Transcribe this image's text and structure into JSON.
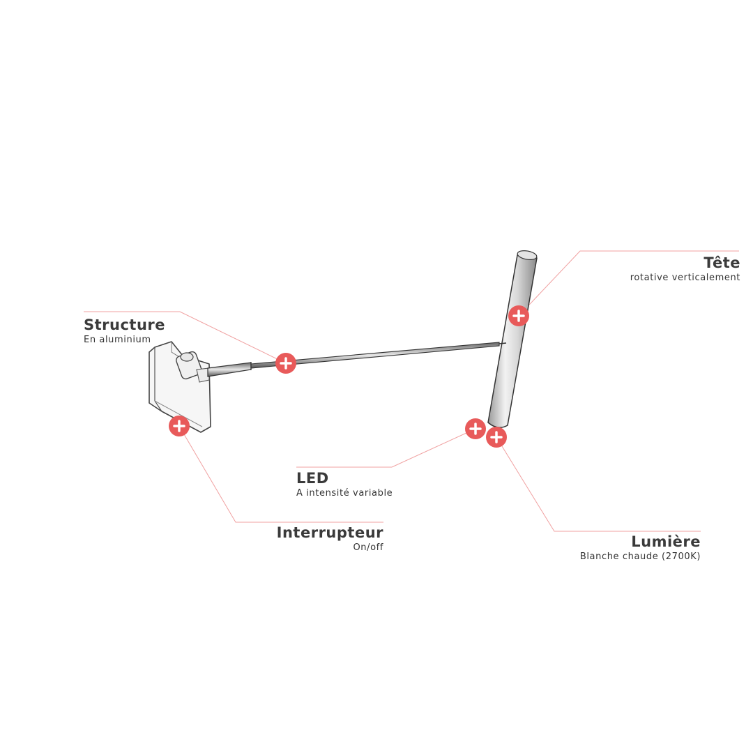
{
  "accent_color": "#e85a5a",
  "line_color": "#f0a0a0",
  "annotations": {
    "tete": {
      "title": "Tête",
      "subtitle": "rotative verticalement"
    },
    "structure": {
      "title": "Structure",
      "subtitle": "En aluminium"
    },
    "led": {
      "title": "LED",
      "subtitle": "A intensité variable"
    },
    "interrupteur": {
      "title": "Interrupteur",
      "subtitle": "On/off"
    },
    "lumiere": {
      "title": "Lumière",
      "subtitle": "Blanche chaude (2700K)"
    }
  },
  "hotspot_icon": "plus-icon"
}
